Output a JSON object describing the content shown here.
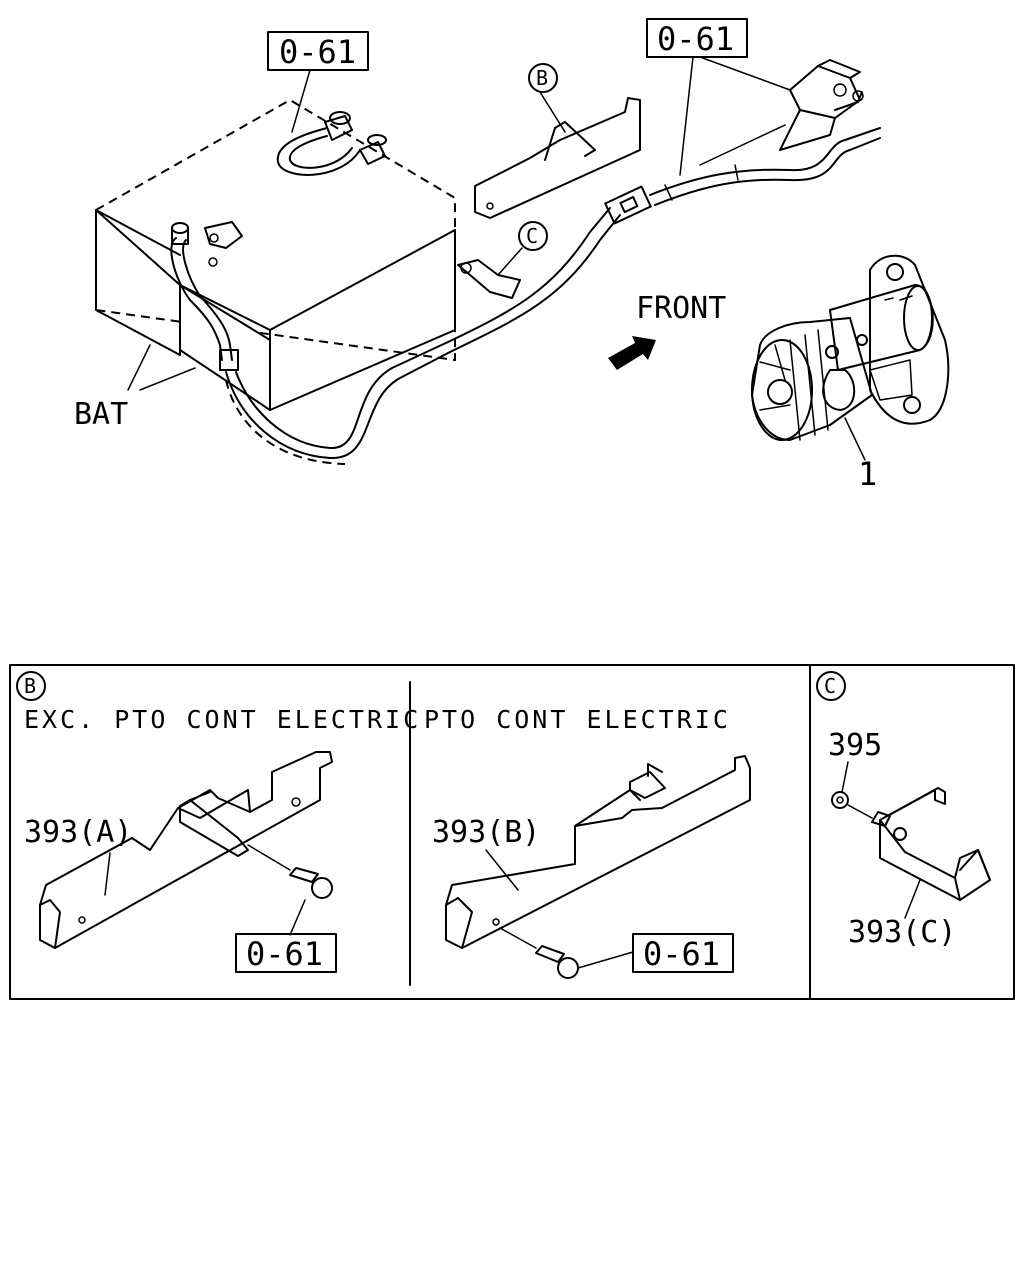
{
  "diagram": {
    "callouts": {
      "top_left_ref": "0-61",
      "top_right_ref": "0-61",
      "detail_b_ref": "0-61",
      "detail_b2_ref": "0-61"
    },
    "markers": {
      "b": "B",
      "c": "C"
    },
    "labels": {
      "bat": "BAT",
      "front": "FRONT",
      "starter_part": "1"
    },
    "detail_panel": {
      "b_marker": "B",
      "c_marker": "C",
      "left_caption": "EXC. PTO CONT ELECTRIC",
      "middle_caption": "PTO CONT ELECTRIC",
      "part_393a": "393(A)",
      "part_393b": "393(B)",
      "part_393c": "393(C)",
      "part_395": "395"
    }
  }
}
